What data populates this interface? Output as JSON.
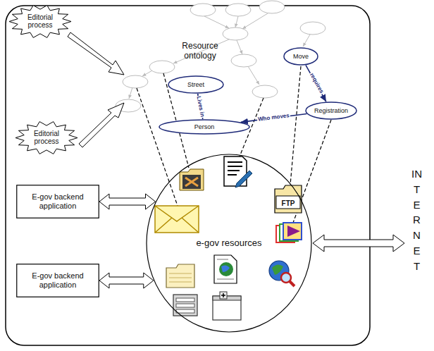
{
  "diagram": {
    "nodes": [
      {
        "text": [
          "Editorial process"
        ]
      },
      {
        "text": [
          "Editorial process"
        ]
      },
      {
        "text": [
          "Move"
        ]
      },
      {
        "text": [
          "Street"
        ]
      },
      {
        "text": [
          "Registration"
        ]
      },
      {
        "text": [
          "Person"
        ]
      },
      {
        "text": [
          "E-gov backend application"
        ]
      },
      {
        "text": [
          "E-gov backend application"
        ]
      },
      {
        "text": [
          "e-gov resources"
        ]
      }
    ],
    "edges": [
      {
        "from": 5,
        "to": 3,
        "label": "Lives in",
        "arrow": "to"
      },
      {
        "from": 2,
        "to": 4,
        "label": "requires",
        "arrow": "to"
      },
      {
        "from": 4,
        "to": 5,
        "label": "Who moves",
        "arrow": "to"
      },
      {
        "from": 6,
        "to": 8,
        "arrow": "both"
      },
      {
        "from": 7,
        "to": 8,
        "arrow": "both"
      }
    ],
    "labels": [
      "Resource ontology",
      "FTP",
      "INTERNET"
    ]
  }
}
